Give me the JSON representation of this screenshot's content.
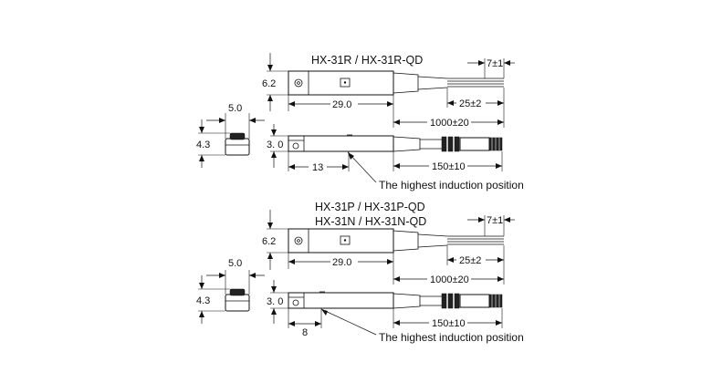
{
  "sections": [
    {
      "title_lines": [
        "HX-31R / HX-31R-QD"
      ],
      "dims": {
        "height": "6.2",
        "length": "29.0",
        "wire_strip": "7±1",
        "wire_lead": "25±2",
        "cable_length": "1000±20",
        "end_width": "5.0",
        "end_height": "4.3",
        "side_height": "3. 0",
        "induction_offset": "13",
        "connector_length": "150±10"
      },
      "note": "The highest induction position"
    },
    {
      "title_lines": [
        "HX-31P / HX-31P-QD",
        "HX-31N / HX-31N-QD"
      ],
      "dims": {
        "height": "6.2",
        "length": "29.0",
        "wire_strip": "7±1",
        "wire_lead": "25±2",
        "cable_length": "1000±20",
        "end_width": "5.0",
        "end_height": "4.3",
        "side_height": "3. 0",
        "induction_offset": "8",
        "connector_length": "150±10"
      },
      "note": "The highest induction position"
    }
  ]
}
